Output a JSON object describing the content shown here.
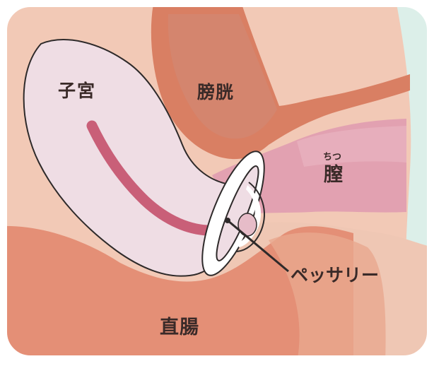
{
  "labels": {
    "uterus": "子宮",
    "bladder": "膀胱",
    "vagina": "膣",
    "vagina_ruby": "ちつ",
    "rectum": "直腸",
    "pessary": "ペッサリー"
  },
  "colors": {
    "background_skin": "#f2c9b6",
    "right_panel": "#dcefe9",
    "uterus_fill": "#efdde4",
    "uterus_stroke": "#2e2a2a",
    "uterine_cavity": "#c95f78",
    "bladder_fill": "#d97f63",
    "vagina_fill": "#e2a1b1",
    "rectum_fill": "#e48f76",
    "pessary_fill": "#ffffff",
    "text": "#3a2a28"
  }
}
